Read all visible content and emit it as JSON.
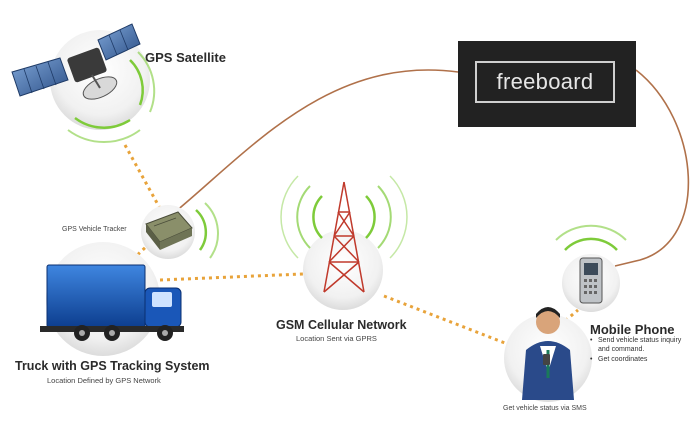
{
  "nodes": {
    "satellite": {
      "label": "GPS Satellite"
    },
    "tracker": {
      "label": "GPS Vehicle Tracker"
    },
    "truck": {
      "label": "Truck with GPS Tracking System",
      "sublabel": "Location Defined by GPS Network"
    },
    "gsm": {
      "label": "GSM Cellular Network",
      "sublabel": "Location Sent via GPRS"
    },
    "phone": {
      "label": "Mobile Phone",
      "bullets": [
        "Send vehicle status inquiry and command.",
        "Get coordinates"
      ]
    },
    "person": {
      "label": "Get vehicle status via SMS"
    },
    "brand": {
      "label": "freeboard"
    }
  },
  "colors": {
    "dotted_link": "#e8a33a",
    "brand_link": "#b0714a",
    "signal": "#7ecb3a",
    "brand_bg": "#222222",
    "truck_blue": "#1a57b8",
    "tower_red": "#c0392b"
  }
}
